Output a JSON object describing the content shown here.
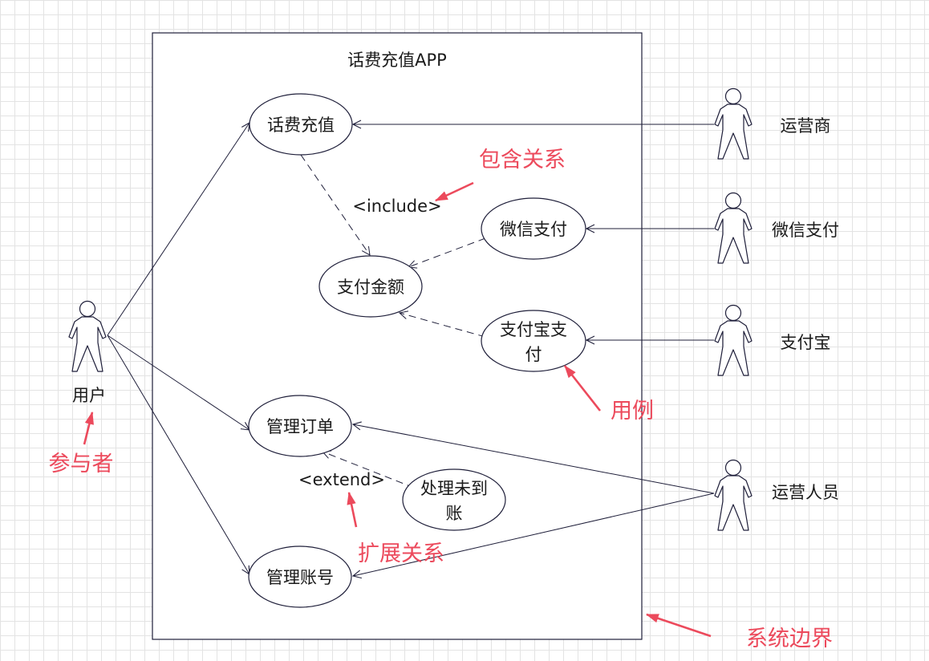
{
  "system": {
    "title": "话费充值APP"
  },
  "use_cases": {
    "recharge": "话费充值",
    "pay_amount": "支付金额",
    "wechat_pay": "微信支付",
    "alipay_line1": "支付宝支",
    "alipay_line2": "付",
    "manage_order": "管理订单",
    "unarrived_line1": "处理未到",
    "unarrived_line2": "账",
    "manage_account": "管理账号"
  },
  "actors": {
    "user": "用户",
    "operator": "运营商",
    "wechat": "微信支付",
    "alipay": "支付宝",
    "staff": "运营人员"
  },
  "relations": {
    "include": "<include>",
    "extend": "<extend>"
  },
  "annotations": {
    "include_note": "包含关系",
    "use_case_note": "用例",
    "actor_note": "参与者",
    "extend_note": "扩展关系",
    "boundary_note": "系统边界"
  },
  "colors": {
    "line": "#1f1f3a",
    "annotation": "#ec4a5c",
    "grid": "#e3e3e3"
  }
}
